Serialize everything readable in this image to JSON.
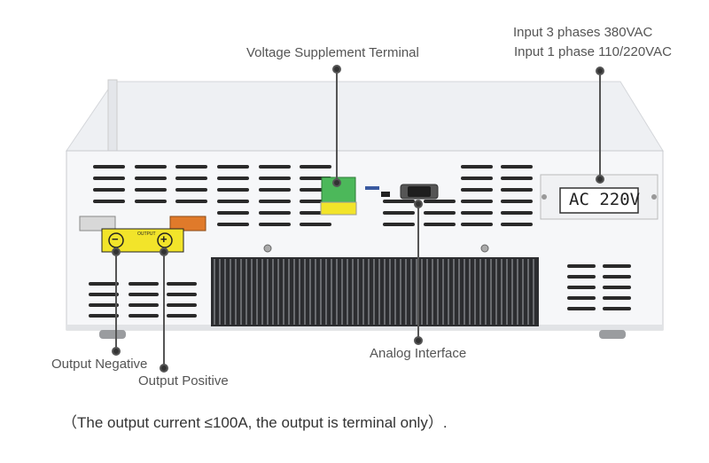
{
  "callouts": {
    "voltage_supplement": "Voltage Supplement Terminal",
    "input_line1": "Input 3 phases 380VAC",
    "input_line2": "Input 1 phase 110/220VAC",
    "analog": "Analog Interface",
    "output_negative": "Output Negative",
    "output_positive": "Output Positive"
  },
  "device": {
    "input_label": "AC 220V",
    "output_plate_label": "OUTPUT",
    "negative_symbol": "−",
    "positive_symbol": "+"
  },
  "note": "（The output current ≤100A, the output is terminal only）."
}
